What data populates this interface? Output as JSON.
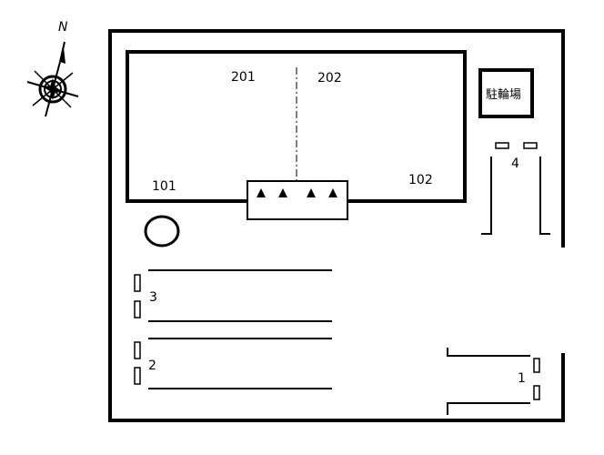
{
  "compass": {
    "north_label": "N"
  },
  "units": {
    "u201": "201",
    "u202": "202",
    "u101": "101",
    "u102": "102"
  },
  "bicycle_parking": {
    "label": "駐輪場"
  },
  "parking": {
    "space_1": "1",
    "space_2": "2",
    "space_3": "3",
    "space_4": "4"
  },
  "colors": {
    "line": "#000000",
    "background": "#ffffff"
  }
}
